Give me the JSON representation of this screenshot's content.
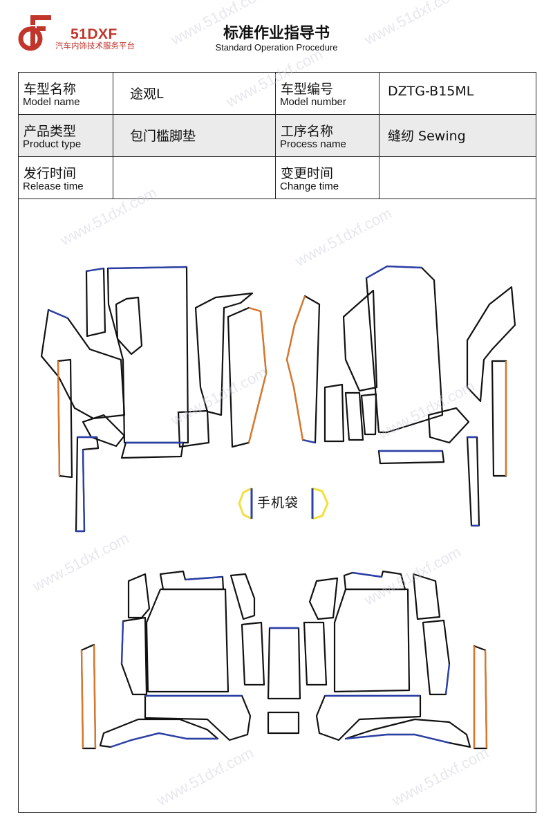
{
  "brand": {
    "name": "51DXF",
    "tagline": "汽车内饰技术服务平台",
    "accent_color": "#c0362c"
  },
  "document": {
    "title": "标准作业指导书",
    "subtitle": "Standard Operation Procedure"
  },
  "info_table": {
    "model_name": {
      "label_cn": "车型名称",
      "label_en": "Model name",
      "value": "途观L"
    },
    "model_number": {
      "label_cn": "车型编号",
      "label_en": "Model number",
      "value": "DZTG-B15ML"
    },
    "product_type": {
      "label_cn": "产品类型",
      "label_en": "Product type",
      "value": "包门槛脚垫"
    },
    "process_name": {
      "label_cn": "工序名称",
      "label_en": "Process name",
      "value": "缝纫 Sewing"
    },
    "release_time": {
      "label_cn": "发行时间",
      "label_en": "Release time",
      "value": ""
    },
    "change_time": {
      "label_cn": "变更时间",
      "label_en": "Change time",
      "value": ""
    }
  },
  "drawing": {
    "pocket_label": "手机袋",
    "edge_colors": {
      "outline": "#111111",
      "blue": "#2b3fa8",
      "orange": "#d9772a",
      "yellow": "#f3e03c"
    }
  },
  "watermark": "www.51dxf.com"
}
